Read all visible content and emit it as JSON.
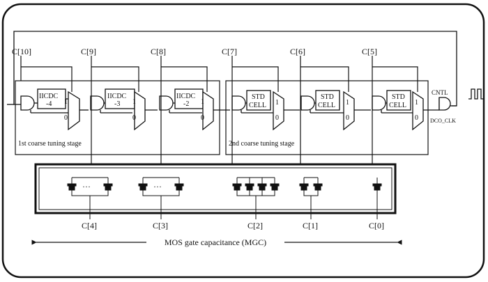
{
  "control_inputs": {
    "c10": "C[10]",
    "c9": "C[9]",
    "c8": "C[8]",
    "c7": "C[7]",
    "c6": "C[6]",
    "c5": "C[5]",
    "c4": "C[4]",
    "c3": "C[3]",
    "c2": "C[2]",
    "c1": "C[1]",
    "c0": "C[0]"
  },
  "stages": {
    "stage1_label": "1st coarse tuning stage",
    "stage2_label": "2nd coarse tuning stage"
  },
  "cells": {
    "iicdc_4_top": "IICDC",
    "iicdc_4_bottom": "-4",
    "iicdc_3_top": "IICDC",
    "iicdc_3_bottom": "-3",
    "iicdc_2_top": "IICDC",
    "iicdc_2_bottom": "-2",
    "std_1_top": "STD",
    "std_1_bottom": "CELL",
    "std_2_top": "STD",
    "std_2_bottom": "CELL",
    "std_3_top": "STD",
    "std_3_bottom": "CELL"
  },
  "mux_inputs": {
    "one": "1",
    "zero": "0"
  },
  "output": {
    "cntl": "CNTL",
    "dco_clk": "DCO_CLK"
  },
  "mgc": {
    "label": "MOS gate capacitance (MGC)",
    "ellipsis": "···"
  }
}
